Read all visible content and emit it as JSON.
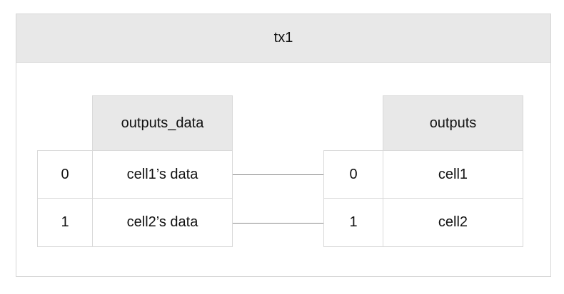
{
  "title": "tx1",
  "left_table": {
    "header": "outputs_data",
    "rows": [
      {
        "index": "0",
        "value": "cell1’s data"
      },
      {
        "index": "1",
        "value": "cell2’s data"
      }
    ]
  },
  "right_table": {
    "header": "outputs",
    "rows": [
      {
        "index": "0",
        "value": "cell1"
      },
      {
        "index": "1",
        "value": "cell2"
      }
    ]
  },
  "colors": {
    "header_fill": "#e8e8e8",
    "border": "#d6d6d6",
    "connector": "#8a8a8a"
  }
}
